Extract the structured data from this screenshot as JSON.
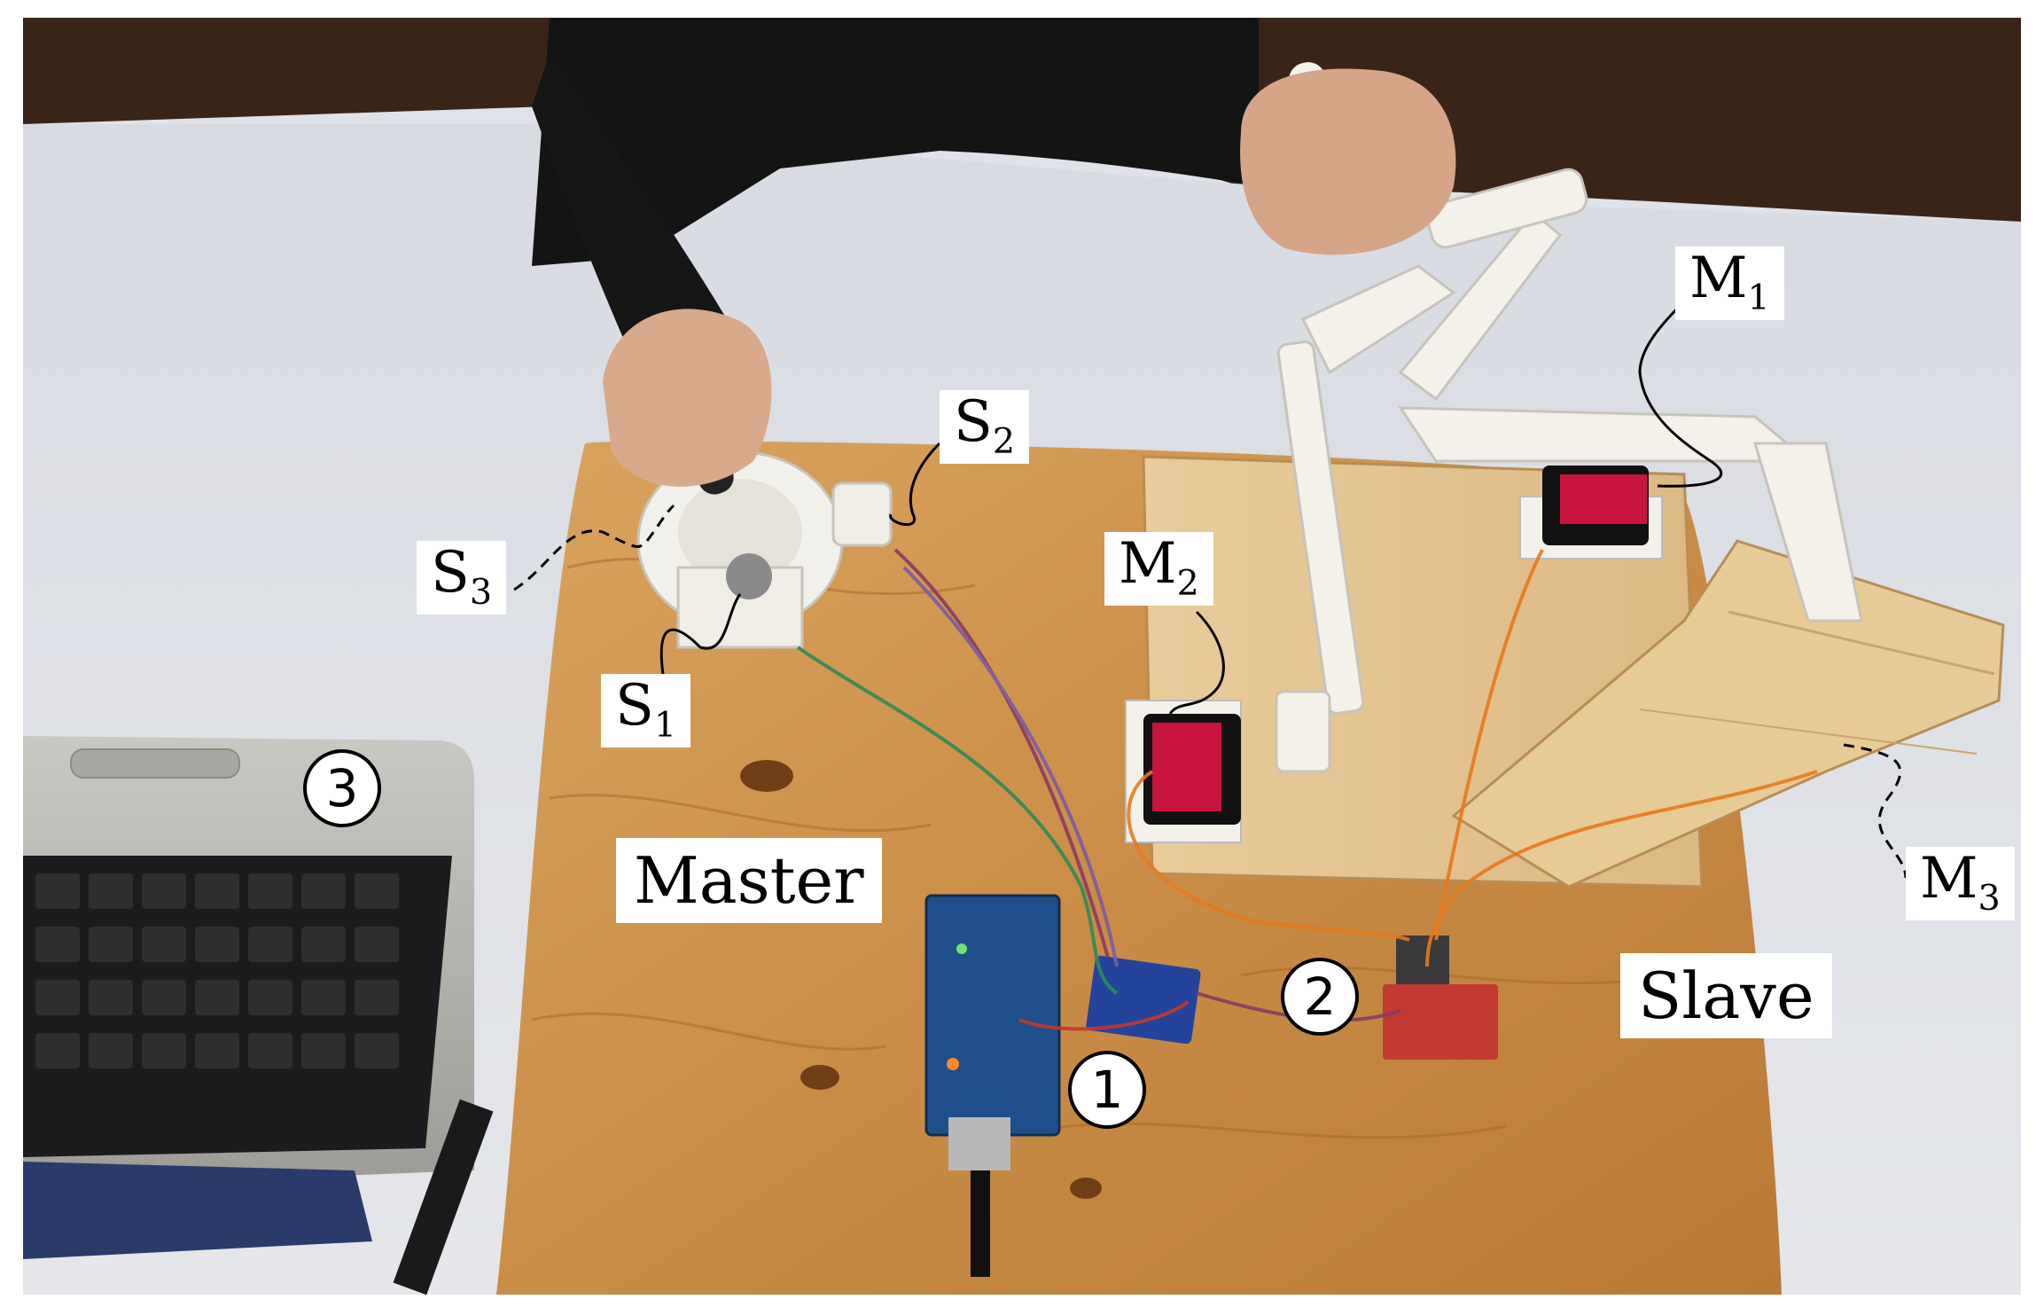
{
  "labels": {
    "s1": {
      "base": "S",
      "sub": "1"
    },
    "s2": {
      "base": "S",
      "sub": "2"
    },
    "s3": {
      "base": "S",
      "sub": "3"
    },
    "m1": {
      "base": "M",
      "sub": "1"
    },
    "m2": {
      "base": "M",
      "sub": "2"
    },
    "m3": {
      "base": "M",
      "sub": "3"
    },
    "master": "Master",
    "slave": "Slave"
  },
  "markers": {
    "one": "1",
    "two": "2",
    "three": "3"
  },
  "colors": {
    "wood": "#c98d47",
    "wood_light": "#e2c08e",
    "wall": "#dfe2e8",
    "background_dark": "#3a2418",
    "plastic_white": "#f3f1ea",
    "servo_red": "#c8143c",
    "arduino_blue": "#1f4f8a",
    "breadboard_red": "#c23a32",
    "laptop_silver": "#b9b8b3",
    "keyboard_black": "#1c1c1e"
  }
}
